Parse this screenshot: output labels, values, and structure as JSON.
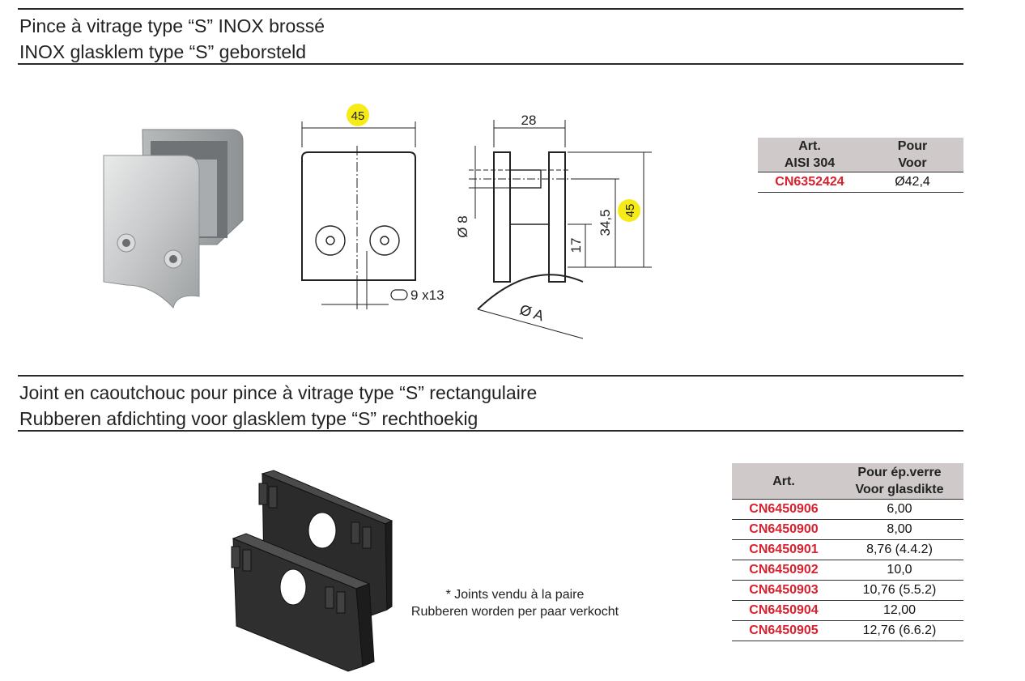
{
  "section1": {
    "title_fr": "Pince à vitrage type “S” INOX brossé",
    "title_nl": "INOX glasklem type “S” geborsteld",
    "drawing": {
      "dim_width": "45",
      "dim_depth": "28",
      "dim_height": "45",
      "dim_mid": "34,5",
      "dim_low": "17",
      "dim_bore": "Ø 8",
      "dim_slot": "9 x13",
      "dim_pipe": "Ø A"
    },
    "table": {
      "headers": [
        [
          "Art.",
          "AISI 304"
        ],
        [
          "Pour",
          "Voor"
        ]
      ],
      "rows": [
        {
          "art": "CN6352424",
          "value": "Ø42,4"
        }
      ]
    }
  },
  "section2": {
    "title_fr": "Joint en caoutchouc pour pince à vitrage type “S” rectangulaire",
    "title_nl": "Rubberen afdichting voor glasklem type “S” rechthoekig",
    "note_fr": "* Joints vendu à la paire",
    "note_nl": "Rubberen worden per paar verkocht",
    "table": {
      "headers": [
        [
          "Art."
        ],
        [
          "Pour ép.verre",
          "Voor glasdikte"
        ]
      ],
      "rows": [
        {
          "art": "CN6450906",
          "value": "6,00"
        },
        {
          "art": "CN6450900",
          "value": "8,00"
        },
        {
          "art": "CN6450901",
          "value": "8,76 (4.4.2)"
        },
        {
          "art": "CN6450902",
          "value": "10,0"
        },
        {
          "art": "CN6450903",
          "value": "10,76 (5.5.2)"
        },
        {
          "art": "CN6450904",
          "value": "12,00"
        },
        {
          "art": "CN6450905",
          "value": "12,76 (6.6.2)"
        }
      ]
    }
  },
  "colors": {
    "accent_red": "#d8202e",
    "header_gray": "#cfcac9",
    "dim_yellow": "#f6eb16"
  }
}
